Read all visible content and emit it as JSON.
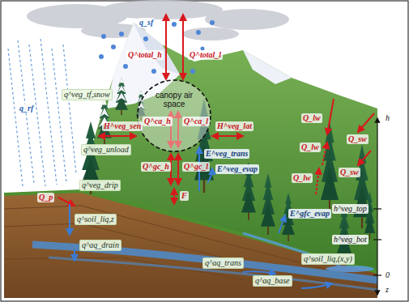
{
  "diagram": {
    "nodes": [
      {
        "text": [
          "canopy air space"
        ]
      }
    ],
    "labels": [
      "q_sf",
      "q_rf",
      "q^veg_tf,snow",
      "q^veg_unload",
      "q^veg_drip",
      "Q_p",
      "Q^total_h",
      "Q^total_l",
      "H^veg_sen",
      "H^veg_lat",
      "Q^ca_h",
      "Q^ca_l",
      "Q^gc_h",
      "Q^gc_l",
      "F",
      "E^veg_trans",
      "E^veg_evap",
      "E^gfc_evap",
      "q^soil_liq,z",
      "q^aq_drain",
      "q^aq_trans",
      "q^aq_base",
      "q^soil_liq,(x,y)",
      "Q_lw",
      "Q_lw",
      "Q_sw",
      "Q_lw",
      "Q_sw",
      "h",
      "h^veg_top",
      "h^veg_bot",
      "0",
      "z"
    ]
  }
}
